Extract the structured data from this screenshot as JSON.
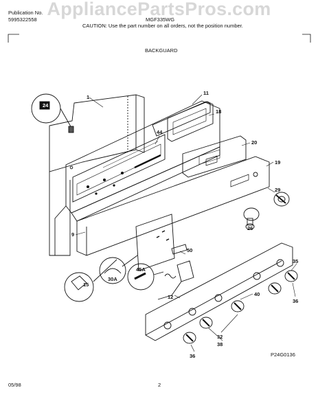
{
  "watermark": "AppliancePartsPros.com",
  "header": {
    "publication_label": "Publication No.",
    "publication_number": "5995322558",
    "model": "MGF335WG",
    "caution": "CAUTION: Use the part number on all orders, not the position number.",
    "section_title": "BACKGUARD"
  },
  "callouts": [
    "1",
    "11",
    "18",
    "24",
    "44",
    "20",
    "19",
    "29",
    "26",
    "9",
    "50",
    "15",
    "30A",
    "45A",
    "12",
    "40",
    "35",
    "36",
    "32",
    "38",
    "36"
  ],
  "diagram_code": "P24G0136",
  "footer": {
    "date": "05/98",
    "page": "2"
  }
}
